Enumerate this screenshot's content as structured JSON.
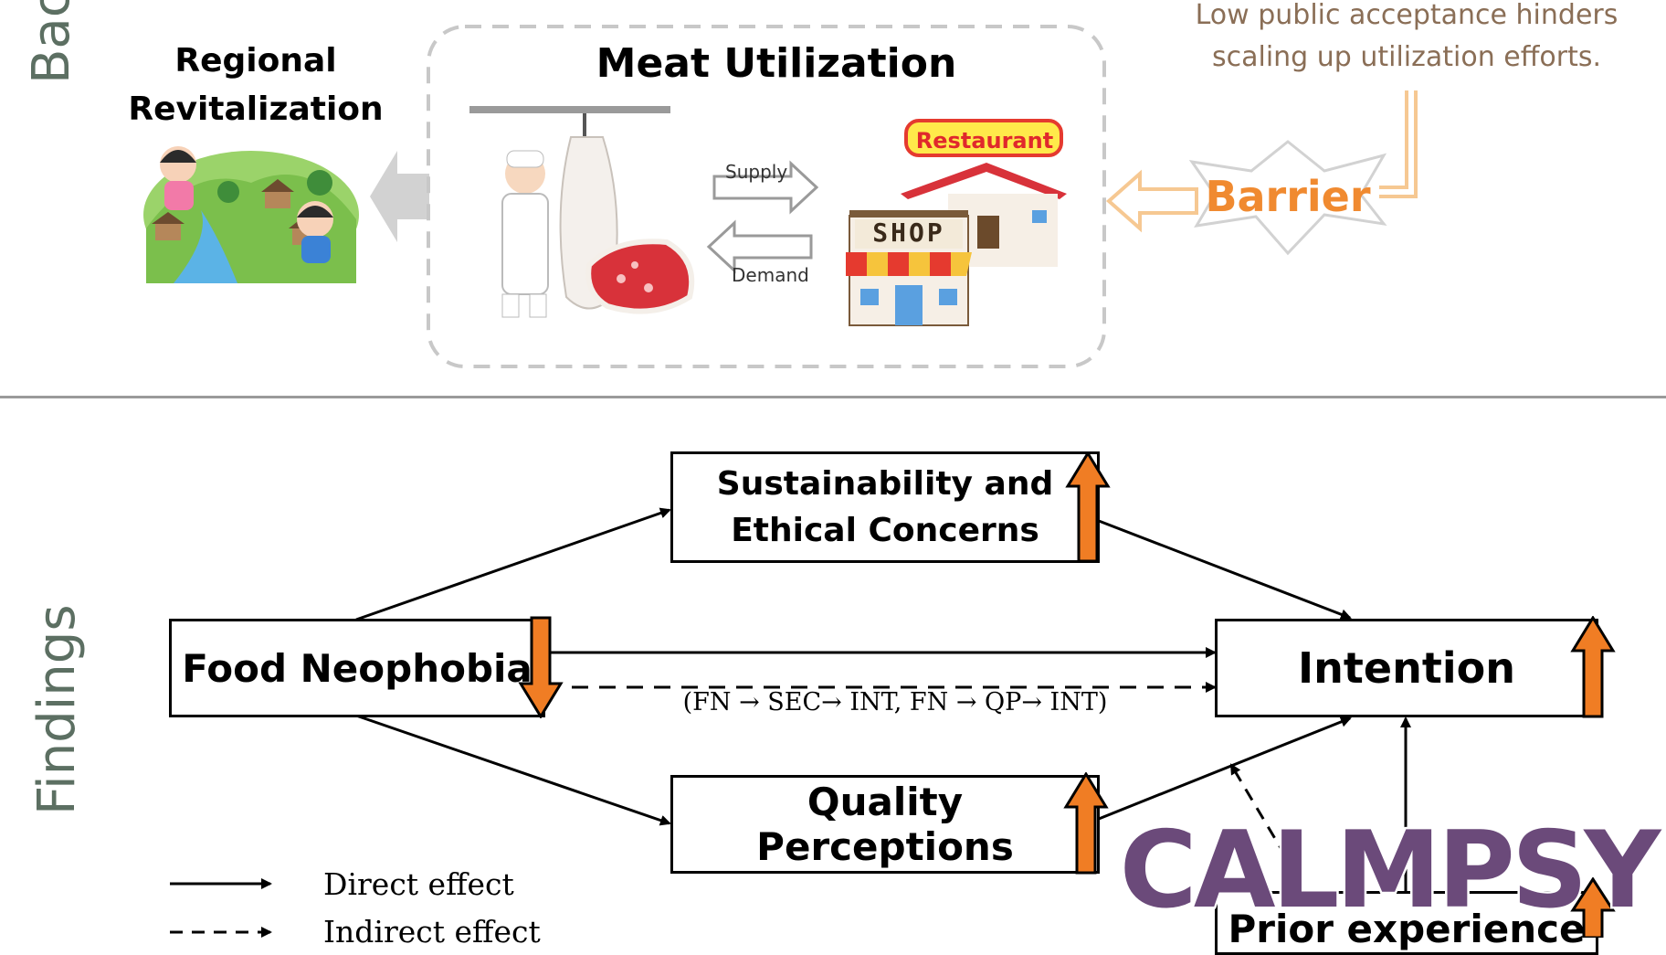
{
  "background_section": {
    "side_label": "Bac",
    "regional": {
      "line1": "Regional",
      "line2": "Revitalization"
    },
    "meat_utilization": {
      "title": "Meat Utilization",
      "supply": "Supply",
      "demand": "Demand"
    },
    "restaurant_sign": "Restaurant",
    "shop_sign": "SHOP",
    "barrier_note": {
      "line1": "Low public acceptance hinders",
      "line2": "scaling up utilization efforts."
    },
    "barrier": "Barrier"
  },
  "findings_section": {
    "side_label": "Findings",
    "nodes": {
      "sec": {
        "line1": "Sustainability and",
        "line2": "Ethical Concerns"
      },
      "fn": "Food Neophobia",
      "int": "Intention",
      "qp": "Quality Perceptions",
      "prior": "Prior experience"
    },
    "indirect_note": "(FN → SEC→ INT,  FN → QP→ INT)",
    "legend": {
      "direct": "Direct effect",
      "indirect": "Indirect effect"
    }
  },
  "watermark": "CALMPSY",
  "colors": {
    "accent_orange": "#f07d24",
    "barrier_orange": "#f08a30",
    "note_text": "#8a6e56",
    "side_label": "#5c6f62",
    "divider": "#9a9a9a",
    "watermark": "#6b4a7a"
  }
}
